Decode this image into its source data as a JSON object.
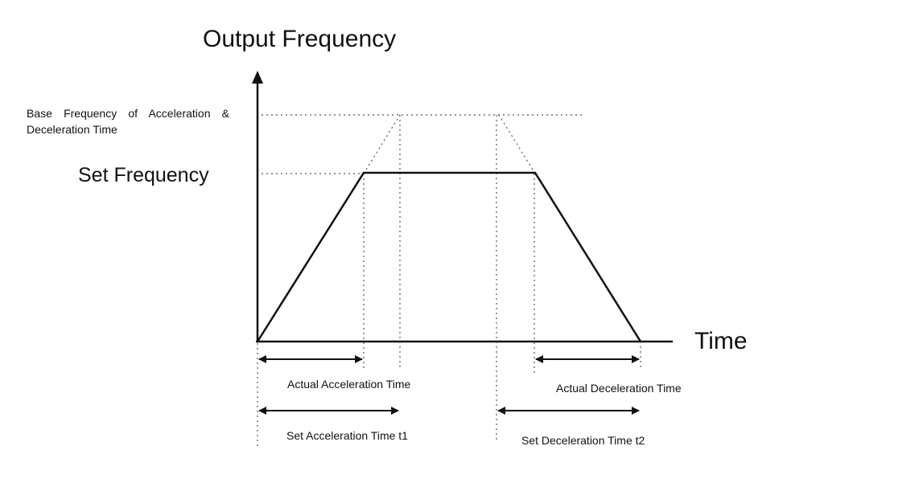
{
  "diagram": {
    "y_axis_title": "Output Frequency",
    "x_axis_title": "Time",
    "set_frequency_label": "Set Frequency",
    "base_frequency_label": {
      "line1": "Base Frequency of Acceleration &",
      "line2": "Deceleration Time"
    },
    "intervals": {
      "actual_acceleration": "Actual Acceleration Time",
      "set_acceleration": "Set Acceleration Time t1",
      "actual_deceleration": "Actual Deceleration Time",
      "set_deceleration": "Set Deceleration Time t2"
    },
    "colors": {
      "line": "#111111",
      "guide": "#555555"
    }
  }
}
